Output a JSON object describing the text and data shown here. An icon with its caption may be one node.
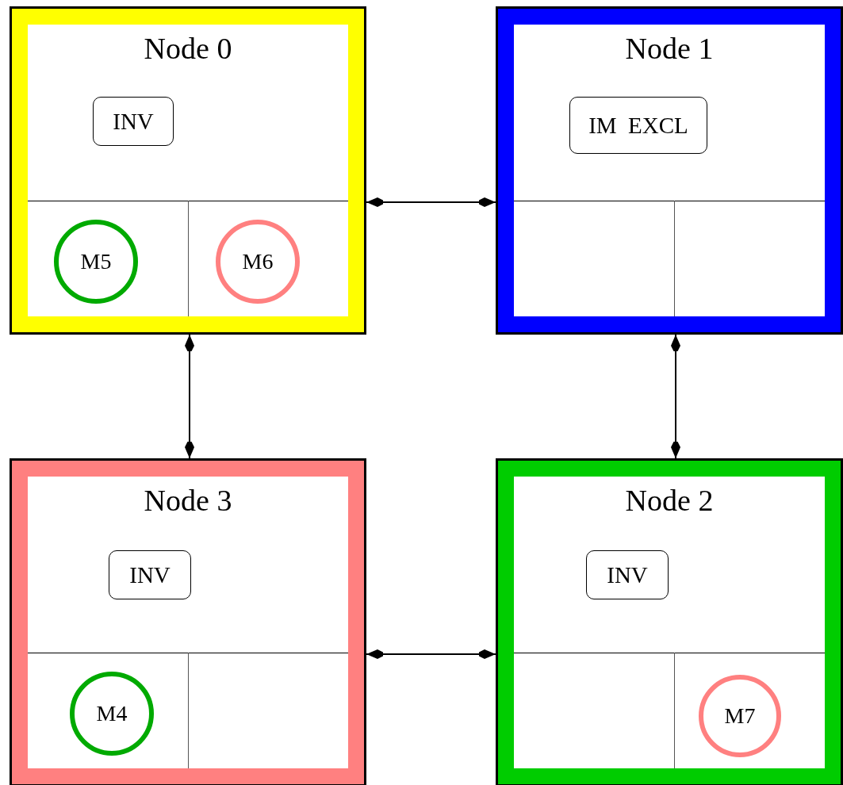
{
  "diagram": {
    "nodes": [
      {
        "text": [
          "Node 0"
        ]
      },
      {
        "text": [
          "INV"
        ],
        "in": 0
      },
      {
        "text": [
          "M5"
        ],
        "in": 0
      },
      {
        "text": [
          "M6"
        ],
        "in": 0
      },
      {
        "text": [
          "Node 1"
        ]
      },
      {
        "text": [
          "IM  EXCL"
        ],
        "in": 4
      },
      {
        "text": [
          "Node 3"
        ]
      },
      {
        "text": [
          "INV"
        ],
        "in": 6
      },
      {
        "text": [
          "M4"
        ],
        "in": 6
      },
      {
        "text": [
          "Node 2"
        ]
      },
      {
        "text": [
          "INV"
        ],
        "in": 9
      },
      {
        "text": [
          "M7"
        ],
        "in": 9
      }
    ],
    "edges": [
      {
        "from": 0,
        "to": 4,
        "arrow": "both"
      },
      {
        "from": 0,
        "to": 6,
        "arrow": "both"
      },
      {
        "from": 4,
        "to": 9,
        "arrow": "both"
      },
      {
        "from": 6,
        "to": 9,
        "arrow": "both"
      }
    ]
  }
}
